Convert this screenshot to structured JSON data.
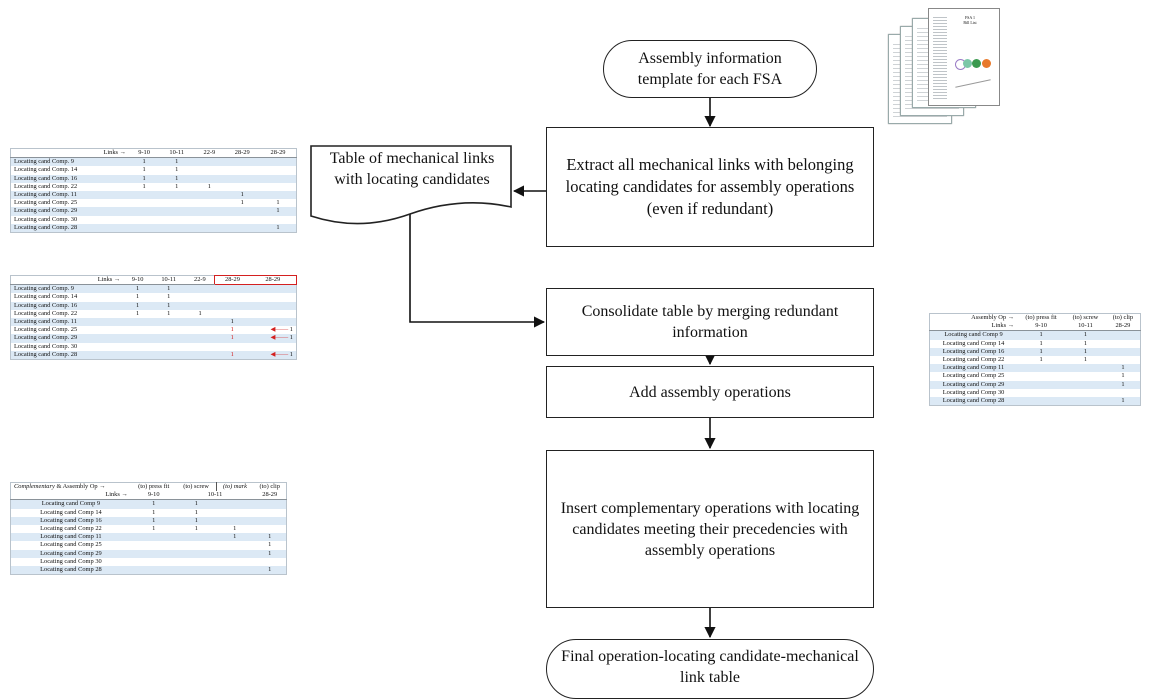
{
  "flow": {
    "start": "Assembly information template for each FSA",
    "extract": "Extract all mechanical links with belonging locating candidates for assembly operations (even if redundant)",
    "document": "Table of mechanical links with locating candidates",
    "consolidate": "Consolidate table by merging redundant information",
    "add_ops": "Add assembly operations",
    "insert": "Insert complementary operations with locating candidates meeting their precedencies with assembly operations",
    "end": "Final operation-locating candidate-mechanical link table"
  },
  "table1": {
    "header": [
      "Links →",
      "9-10",
      "10-11",
      "22-9",
      "28-29",
      "28-29"
    ],
    "rows": [
      [
        "Locating cand Comp. 9",
        "1",
        "1",
        "",
        "",
        ""
      ],
      [
        "Locating cand Comp. 14",
        "1",
        "1",
        "",
        "",
        ""
      ],
      [
        "Locating cand Comp. 16",
        "1",
        "1",
        "",
        "",
        ""
      ],
      [
        "Locating cand Comp. 22",
        "1",
        "1",
        "1",
        "",
        ""
      ],
      [
        "Locating cand Comp. 11",
        "",
        "",
        "",
        "1",
        ""
      ],
      [
        "Locating cand Comp. 25",
        "",
        "",
        "",
        "1",
        "1"
      ],
      [
        "Locating cand Comp. 29",
        "",
        "",
        "",
        "",
        "1"
      ],
      [
        "Locating cand Comp. 30",
        "",
        "",
        "",
        "",
        ""
      ],
      [
        "Locating cand Comp. 28",
        "",
        "",
        "",
        "",
        "1"
      ]
    ]
  },
  "table2": {
    "header": [
      "Links →",
      "9-10",
      "10-11",
      "22-9",
      "28-29",
      "28-29"
    ],
    "rows": [
      [
        "Locating cand Comp. 9",
        "1",
        "1",
        "",
        "",
        ""
      ],
      [
        "Locating cand Comp. 14",
        "1",
        "1",
        "",
        "",
        ""
      ],
      [
        "Locating cand Comp. 16",
        "1",
        "1",
        "",
        "",
        ""
      ],
      [
        "Locating cand Comp. 22",
        "1",
        "1",
        "1",
        "",
        ""
      ],
      [
        "Locating cand Comp. 11",
        "",
        "",
        "",
        "1",
        ""
      ],
      [
        "Locating cand Comp. 25",
        "",
        "",
        "",
        "1",
        "1"
      ],
      [
        "Locating cand Comp. 29",
        "",
        "",
        "",
        "1",
        "1"
      ],
      [
        "Locating cand Comp. 30",
        "",
        "",
        "",
        "",
        ""
      ],
      [
        "Locating cand Comp. 28",
        "",
        "",
        "",
        "1",
        "1"
      ]
    ]
  },
  "table3": {
    "header1": [
      "Assembly Op →",
      "(to) press fit",
      "(to) screw",
      "(to) clip"
    ],
    "header2": [
      "Links →",
      "9-10",
      "10-11",
      "28-29"
    ],
    "rows": [
      [
        "Locating cand Comp 9",
        "1",
        "1",
        ""
      ],
      [
        "Locating cand Comp 14",
        "1",
        "1",
        ""
      ],
      [
        "Locating cand Comp 16",
        "1",
        "1",
        ""
      ],
      [
        "Locating cand Comp 22",
        "1",
        "1",
        ""
      ],
      [
        "Locating cand Comp 11",
        "",
        "",
        "1"
      ],
      [
        "Locating cand Comp 25",
        "",
        "",
        "1"
      ],
      [
        "Locating cand Comp 29",
        "",
        "",
        "1"
      ],
      [
        "Locating cand Comp 30",
        "",
        "",
        ""
      ],
      [
        "Locating cand Comp 28",
        "",
        "",
        "1"
      ]
    ]
  },
  "table4": {
    "header1_a": "Complementary",
    "header1_b": "& Assembly Op →",
    "header1": [
      "(to) press fit",
      "(to) screw",
      "(to) mark",
      "(to) clip"
    ],
    "header2": [
      "Links →",
      "9-10",
      "10-11",
      "28-29"
    ],
    "rows": [
      [
        "Locating cand Comp 9",
        "1",
        "1",
        "",
        ""
      ],
      [
        "Locating cand Comp 14",
        "1",
        "1",
        "",
        ""
      ],
      [
        "Locating cand Comp 16",
        "1",
        "1",
        "",
        ""
      ],
      [
        "Locating cand Comp 22",
        "1",
        "1",
        "1",
        ""
      ],
      [
        "Locating cand Comp 11",
        "",
        "",
        "1",
        "1"
      ],
      [
        "Locating cand Comp 25",
        "",
        "",
        "",
        "1"
      ],
      [
        "Locating cand Comp 29",
        "",
        "",
        "",
        "1"
      ],
      [
        "Locating cand Comp 30",
        "",
        "",
        "",
        ""
      ],
      [
        "Locating cand Comp 28",
        "",
        "",
        "",
        "1"
      ]
    ]
  },
  "doc_icon": {
    "title_line1": "FSA 1",
    "title_line2": "Bill List"
  }
}
